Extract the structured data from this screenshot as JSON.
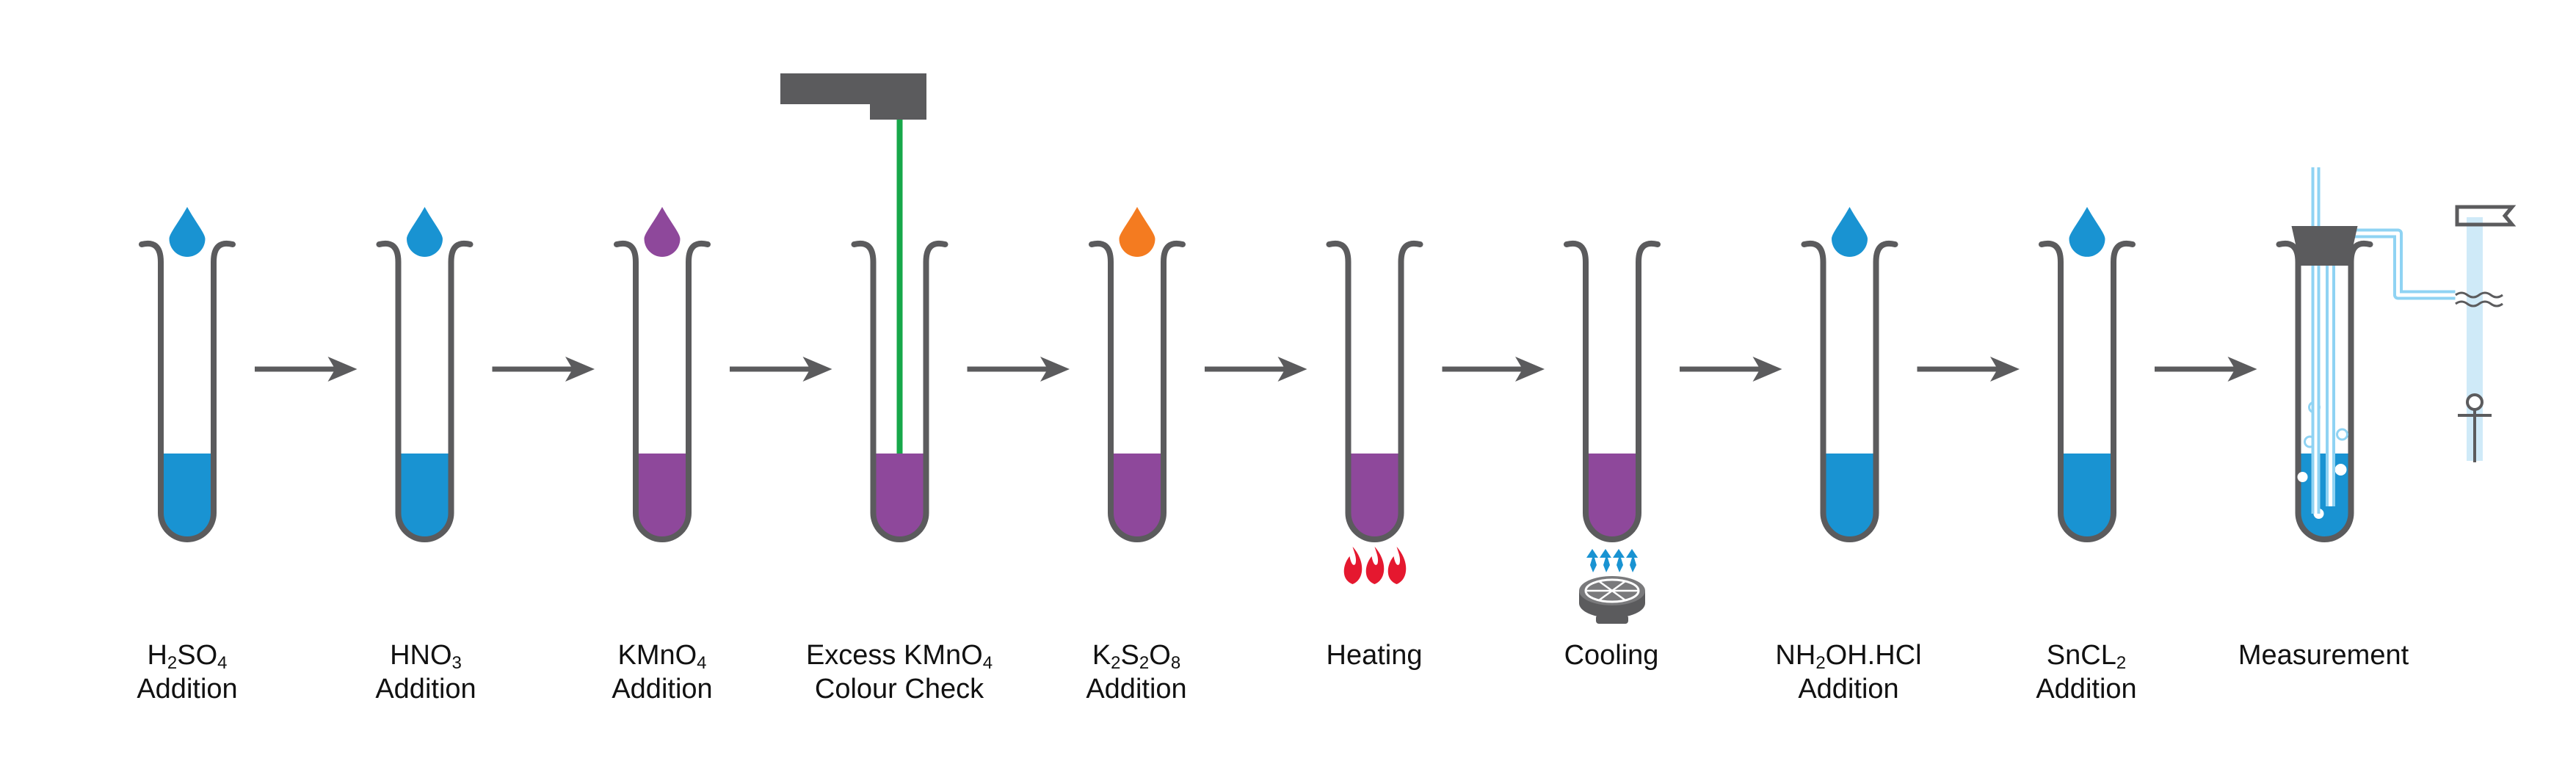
{
  "colors": {
    "tube_outline": "#5b5b5d",
    "blue": "#1993d2",
    "purple": "#8e489b",
    "orange": "#f47b20",
    "green": "#17a84a",
    "red": "#e5182f",
    "arrow": "#5b5b5d",
    "light_blue": "#8fd3f3"
  },
  "steps": [
    {
      "id": "h2so4",
      "liquid": "blue",
      "drop": "blue",
      "line1": [
        [
          "H",
          ""
        ],
        [
          "2",
          "sub"
        ],
        [
          "SO",
          ""
        ],
        [
          "4",
          "sub"
        ]
      ],
      "line2": "Addition",
      "icon": "drop-icon"
    },
    {
      "id": "hno3",
      "liquid": "blue",
      "drop": "blue",
      "line1": [
        [
          "HNO",
          ""
        ],
        [
          "3",
          "sub"
        ]
      ],
      "line2": "Addition",
      "icon": "drop-icon"
    },
    {
      "id": "kmno4",
      "liquid": "purple",
      "drop": "purple",
      "line1": [
        [
          "KMnO",
          ""
        ],
        [
          "4",
          "sub"
        ]
      ],
      "line2": "Addition",
      "icon": "drop-icon"
    },
    {
      "id": "excess",
      "liquid": "purple",
      "drop": null,
      "line1": [
        [
          "Excess KMnO",
          ""
        ],
        [
          "4",
          "sub"
        ]
      ],
      "line2": "Colour Check",
      "icon": "colour-probe-icon"
    },
    {
      "id": "k2s2o8",
      "liquid": "purple",
      "drop": "orange",
      "line1": [
        [
          "K",
          ""
        ],
        [
          "2",
          "sub"
        ],
        [
          "S",
          ""
        ],
        [
          "2",
          "sub"
        ],
        [
          "O",
          ""
        ],
        [
          "8",
          "sub"
        ]
      ],
      "line2": "Addition",
      "icon": "drop-icon"
    },
    {
      "id": "heating",
      "liquid": "purple",
      "drop": null,
      "line1": [
        [
          "Heating",
          ""
        ]
      ],
      "line2": "",
      "icon": "flame-icon"
    },
    {
      "id": "cooling",
      "liquid": "purple",
      "drop": null,
      "line1": [
        [
          "Cooling",
          ""
        ]
      ],
      "line2": "",
      "icon": "cooling-fan-icon"
    },
    {
      "id": "nh2oh",
      "liquid": "blue",
      "drop": "blue",
      "line1": [
        [
          "NH",
          ""
        ],
        [
          "2",
          "sub"
        ],
        [
          "OH.HCl",
          ""
        ]
      ],
      "line2": "Addition",
      "icon": "drop-icon"
    },
    {
      "id": "sncl2",
      "liquid": "blue",
      "drop": "blue",
      "line1": [
        [
          "SnCL",
          ""
        ],
        [
          "2",
          "sub"
        ]
      ],
      "line2": "Addition",
      "icon": "drop-icon"
    },
    {
      "id": "measurement",
      "liquid": "blue",
      "drop": null,
      "line1": [
        [
          "Measurement",
          ""
        ]
      ],
      "line2": "",
      "icon": "measurement-apparatus-icon"
    }
  ]
}
